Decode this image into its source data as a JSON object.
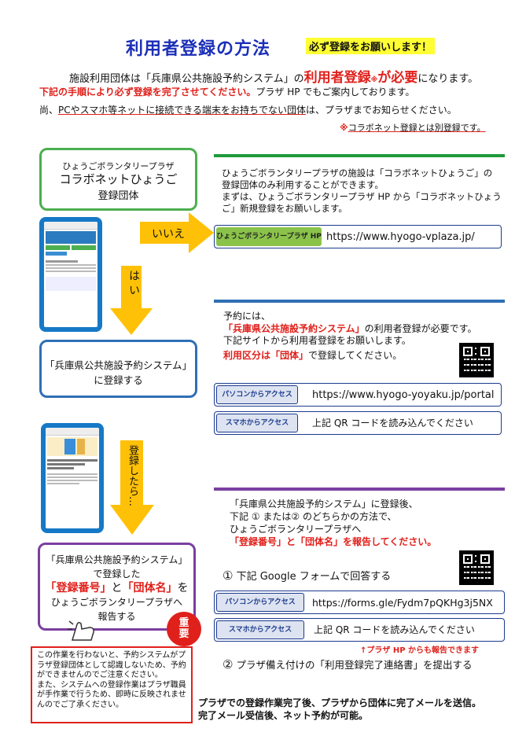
{
  "header": {
    "title": "利用者登録の方法",
    "must_badge": "必ず登録をお願いします！",
    "intro_pre": "施設利用団体は「兵庫県公共施設予約システム」の",
    "intro_big": "利用者登録",
    "intro_sub": "※",
    "intro_need": "が必要",
    "intro_post": "になります。",
    "line2_red": "下記の手順により必ず登録を完了させてください。",
    "line2_rest": "プラザ HP でもご案内しております。",
    "line3_pre": "尚、",
    "line3_ul": "PCやスマホ等ネットに接続できる端末をお持ちでない団体",
    "line3_post": "は、プラザまでお知らせください。",
    "note_mark": "※",
    "note_text": "コラボネット登録とは別登録です。"
  },
  "colors": {
    "green": "#4caf50",
    "blue": "#2f6fb5",
    "purple": "#7b3fa0",
    "red": "#e0201b",
    "yellow_arrow": "#ffc107",
    "title_blue": "#1c2fb8"
  },
  "left": {
    "green_box": {
      "small": "ひょうごボランタリープラザ",
      "large1": "コラボネットひょうご",
      "large2": "登録団体"
    },
    "no_label": "いいえ",
    "yes_label": "は い",
    "blue_box": {
      "l1": "「兵庫県公共施設予約システム」",
      "l2": "に登録する"
    },
    "after_label": "登録したら…",
    "purple_box": {
      "l1": "「兵庫県公共施設予約システム」",
      "l2": "で登録した",
      "q1": "「登録番号」",
      "and": "と",
      "q2": "「団体名」",
      "wo": "を",
      "l4": "ひょうごボランタリープラザへ",
      "l5": "報告する"
    },
    "important_badge": "重要",
    "warning": {
      "p1": "この作業を行わないと、予約システムがプラザ登録団体として認識しないため、予約ができませんのでご注意ください。",
      "p2": "また、システムへの登録作業はプラザ職員が手作業で行うため、即時に反映されませんのでご了承ください。"
    }
  },
  "section1": {
    "text1": "ひょうごボランタリープラザの施設は「コラボネットひょうご」の",
    "text2": "登録団体のみ利用することができます。",
    "text3": "まずは、ひょうごボランタリープラザ HP から「コラボネットひょう",
    "text4": "ご」新規登録をお願いします。",
    "tag": "ひょうごボランタリープラザ HP",
    "url": "https://www.hyogo-vplaza.jp/"
  },
  "section2": {
    "text1": "予約には、",
    "text2_red": "「兵庫県公共施設予約システム」",
    "text2_rest": "の利用者登録が必要です。",
    "text3": "下記サイトから利用者登録をお願いします。",
    "text4_red": "利用区分は「団体」",
    "text4_rest": "で登録してください。",
    "pc_tag": "パソコンからアクセス",
    "pc_url": "https://www.hyogo-yoyaku.jp/portal",
    "sp_tag": "スマホからアクセス",
    "sp_text": "上記 QR コードを読み込んでください"
  },
  "section3": {
    "text1": "「兵庫県公共施設予約システム」に登録後、",
    "text2": "下記 ① または② のどちらかの方法で、",
    "text3": "ひょうごボランタリープラザへ",
    "text4_red": "「登録番号」と「団体名」を報告してください。",
    "opt1_num": "①",
    "opt1_text": "下記 Google フォームで回答する",
    "pc_tag": "パソコンからアクセス",
    "pc_url": "https://forms.gle/Fydm7pQKHg3j5NX",
    "sp_tag": "スマホからアクセス",
    "sp_text": "上記 QR コードを読み込んでください",
    "plaza_note": "↑プラザ HP からも報告できます",
    "opt2_num": "②",
    "opt2_text": "プラザ備え付けの「利用登録完了連絡書」を提出する"
  },
  "footer": {
    "l1": "プラザでの登録作業完了後、プラザから団体に完了メールを送信。",
    "l2": "完了メール受信後、ネット予約が可能。"
  }
}
